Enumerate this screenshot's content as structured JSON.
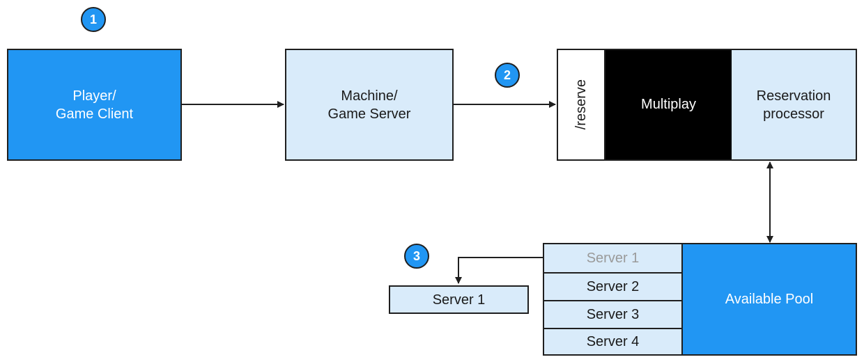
{
  "steps": [
    "1",
    "2",
    "3"
  ],
  "nodes": {
    "player_client": "Player/\nGame Client",
    "game_server": "Machine/\nGame Server",
    "reserve_endpoint": "/reserve",
    "multiplay": "Multiplay",
    "reservation_processor": "Reservation\nprocessor",
    "allocated_server": "Server 1",
    "available_pool": "Available Pool"
  },
  "pool_servers": [
    {
      "label": "Server 1",
      "state": "taken"
    },
    {
      "label": "Server 2",
      "state": "available"
    },
    {
      "label": "Server 3",
      "state": "available"
    },
    {
      "label": "Server 4",
      "state": "available"
    }
  ],
  "colors": {
    "accent_blue": "#2196f3",
    "light_blue": "#d9ebfa",
    "black": "#000000",
    "taken_text": "#9a9a9a"
  }
}
